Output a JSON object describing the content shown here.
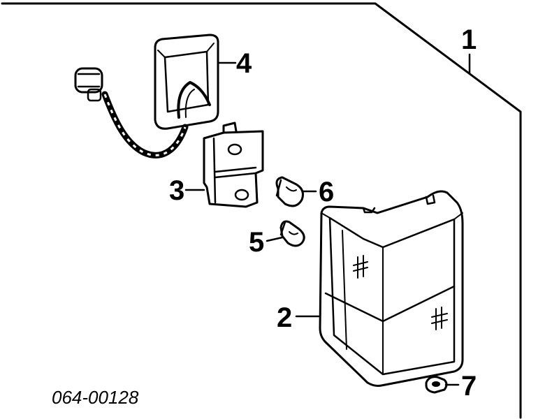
{
  "diagram": {
    "part_number": "064-00128",
    "callouts": [
      "1",
      "2",
      "3",
      "4",
      "5",
      "6",
      "7"
    ]
  },
  "colors": {
    "ink": "#000000",
    "paper": "#ffffff"
  }
}
